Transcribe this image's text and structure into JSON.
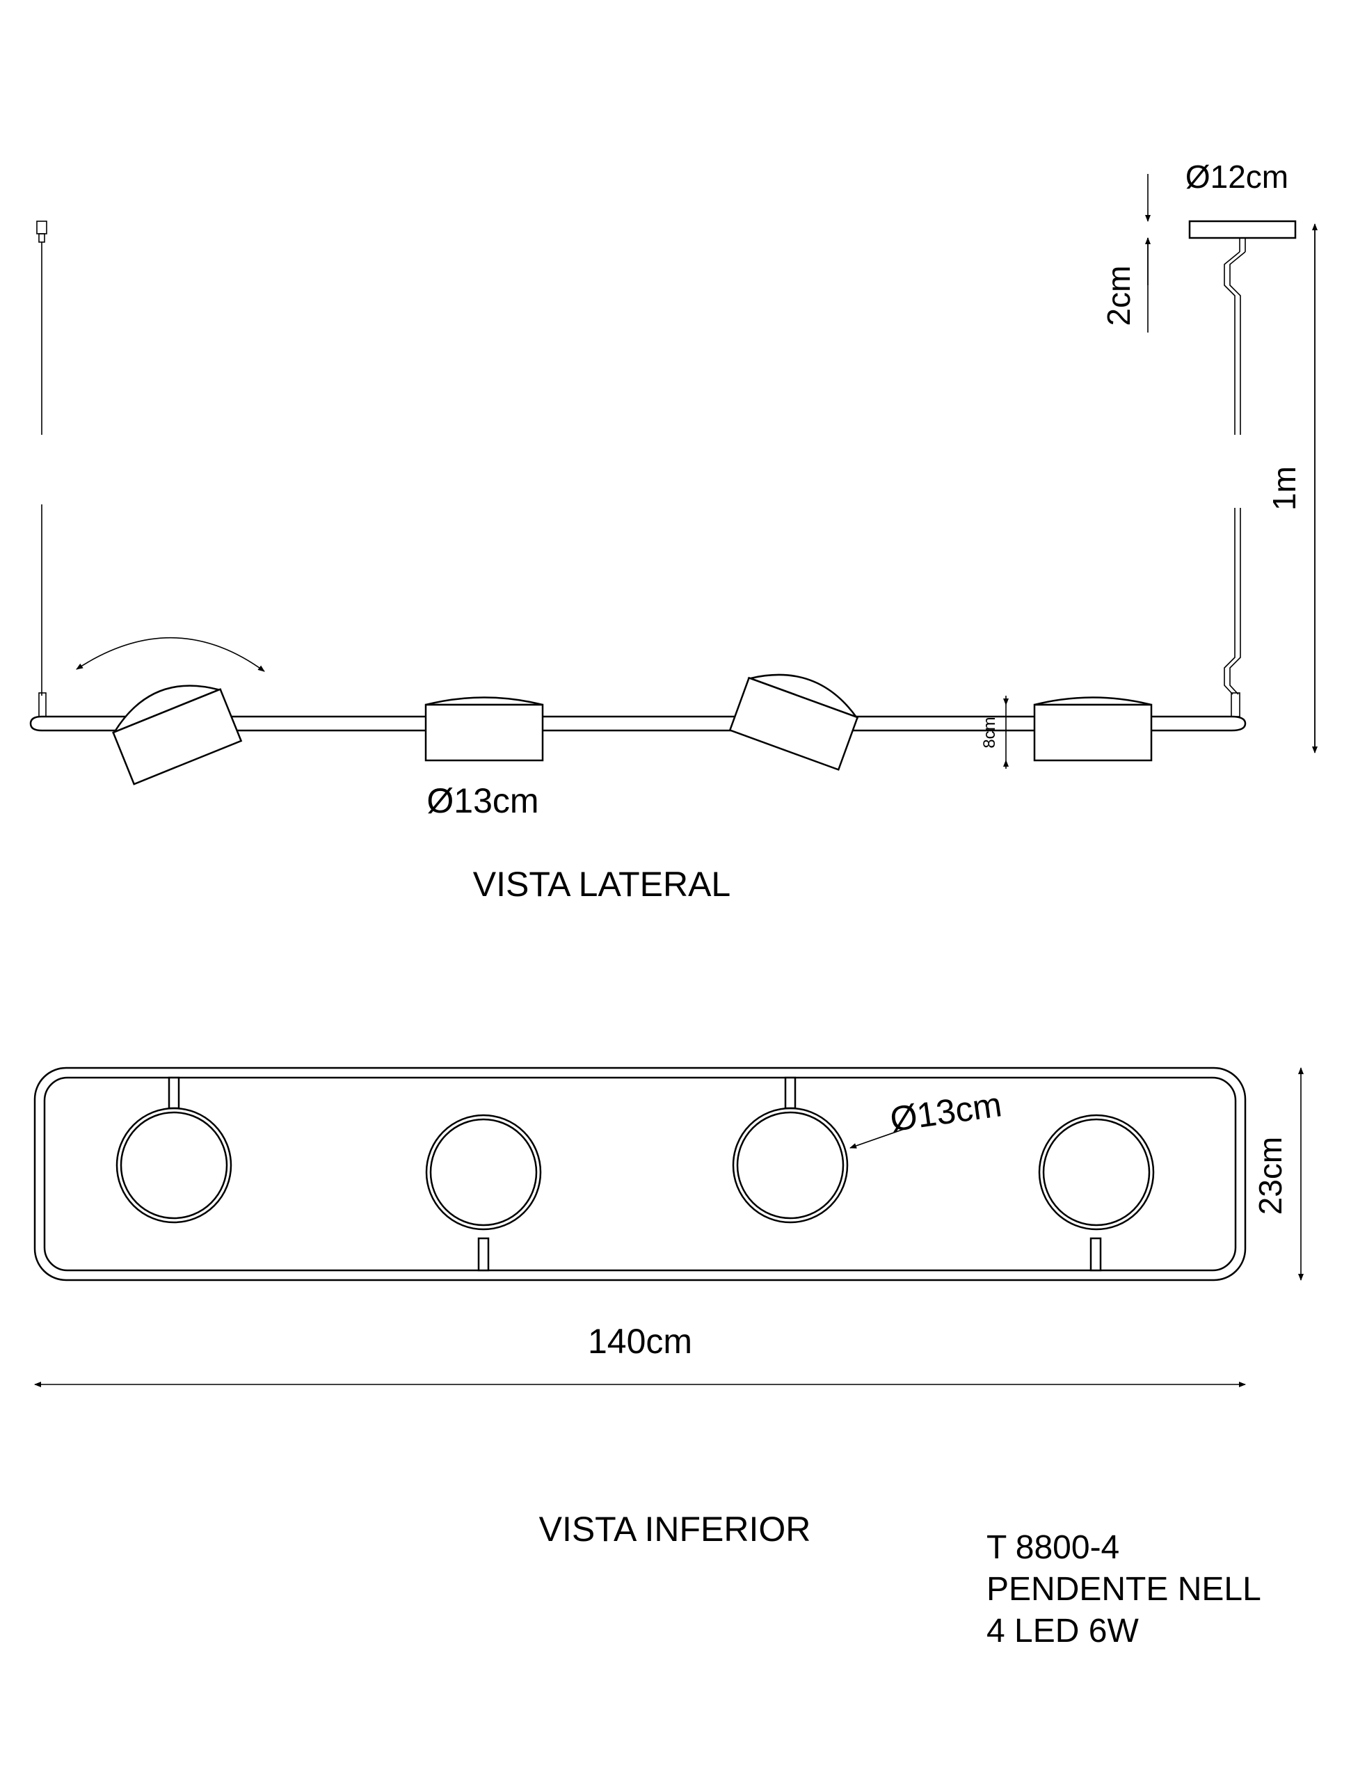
{
  "side_view": {
    "title": "VISTA LATERAL",
    "dim_canopy_diameter": "Ø12cm",
    "dim_canopy_height": "2cm",
    "dim_suspension_length": "1m",
    "dim_shade_height": "8cm",
    "dim_shade_diameter": "Ø13cm"
  },
  "bottom_view": {
    "title": "VISTA INFERIOR",
    "dim_shade_diameter": "Ø13cm",
    "dim_width": "23cm",
    "dim_length": "140cm"
  },
  "product": {
    "code": "T 8800-4",
    "name": "PENDENTE NELL",
    "spec": "4 LED 6W"
  }
}
